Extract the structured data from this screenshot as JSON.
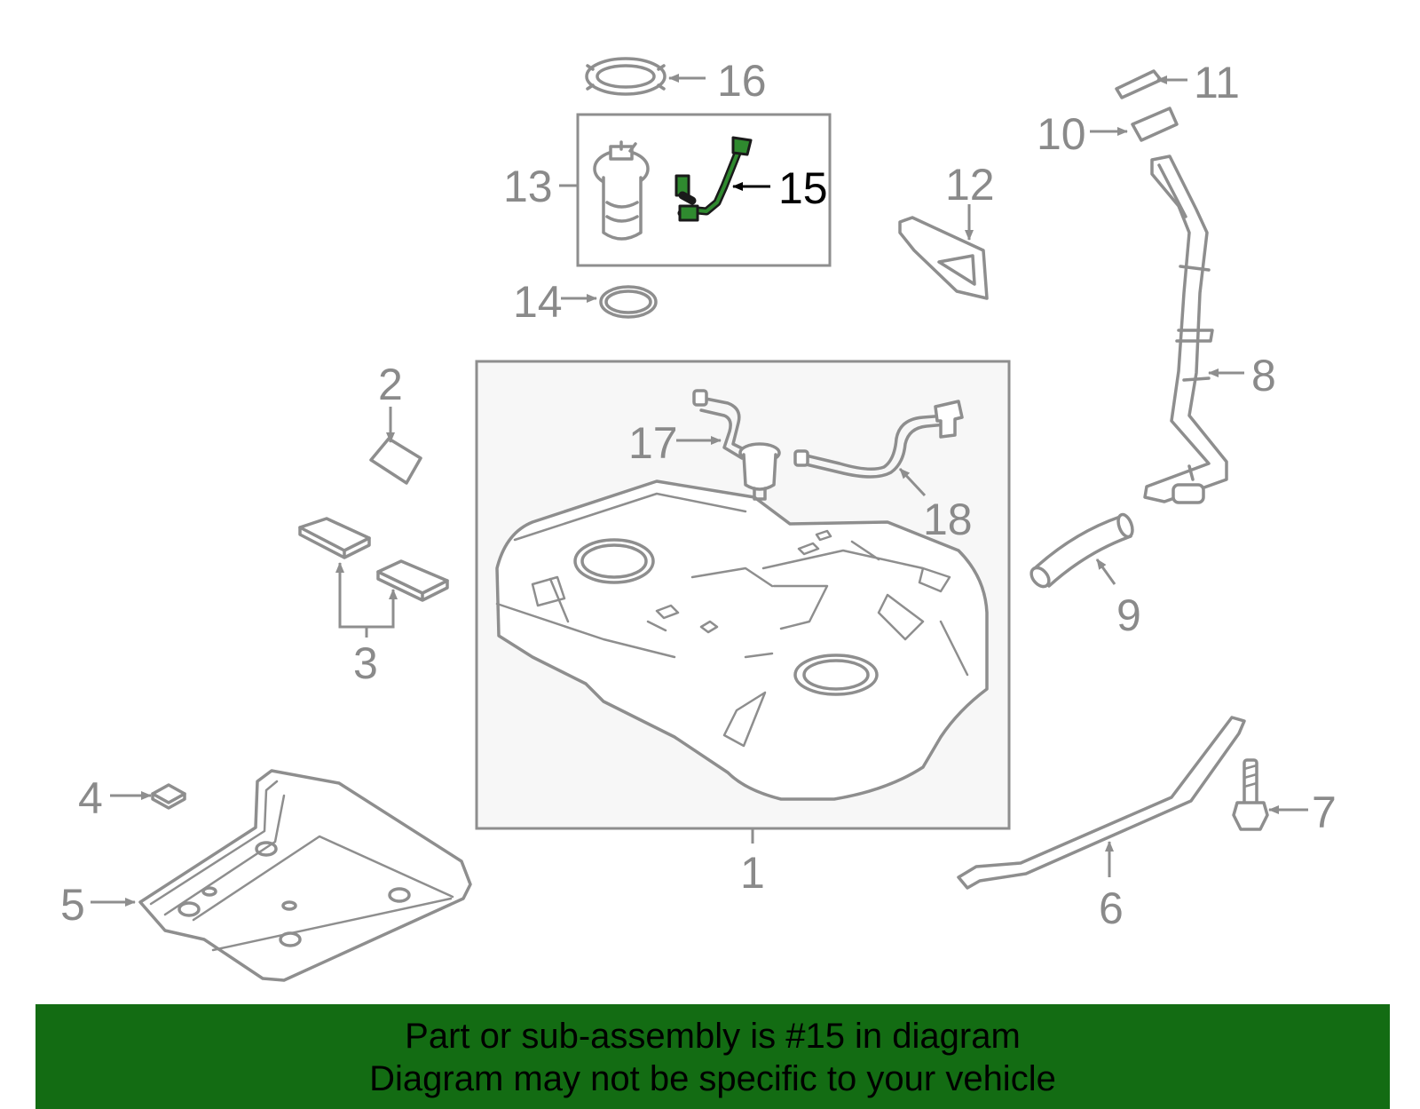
{
  "diagram": {
    "highlighted_part": "15",
    "callouts": [
      "1",
      "2",
      "3",
      "4",
      "5",
      "6",
      "7",
      "8",
      "9",
      "10",
      "11",
      "12",
      "13",
      "14",
      "15",
      "16",
      "17",
      "18"
    ],
    "colors": {
      "highlight": "#2f8a2f",
      "banner": "#136c13",
      "line": "#8e8e8e"
    }
  },
  "banner": {
    "line1": "Part or sub-assembly is #15 in diagram",
    "line2": "Diagram may not be specific to your vehicle"
  }
}
